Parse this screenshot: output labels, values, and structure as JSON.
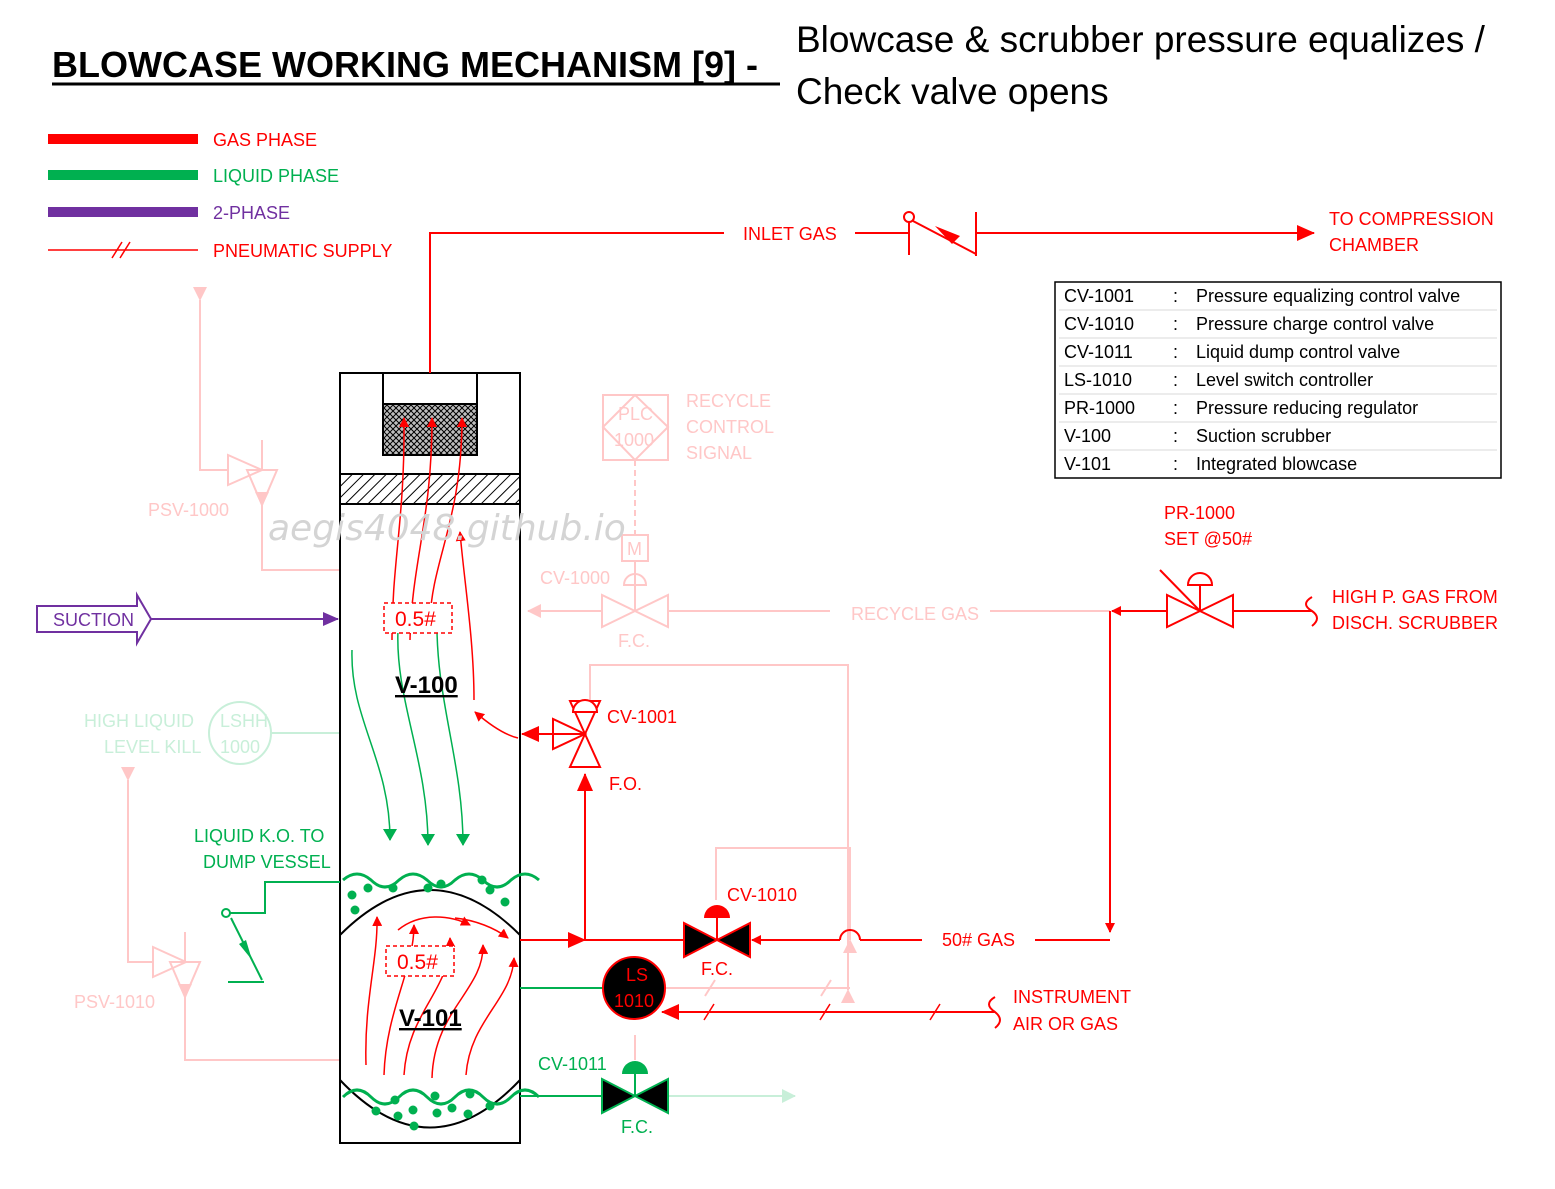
{
  "title": {
    "main": "BLOWCASE WORKING MECHANISM [9] -",
    "sub_line1": "Blowcase & scrubber pressure equalizes /",
    "sub_line2": "Check valve opens"
  },
  "legend": {
    "gas": "GAS PHASE",
    "liquid": "LIQUID PHASE",
    "two_phase": "2-PHASE",
    "pneumatic": "PNEUMATIC SUPPLY"
  },
  "labels": {
    "inlet_gas": "INLET GAS",
    "to_compression_1": "TO COMPRESSION",
    "to_compression_2": "CHAMBER",
    "suction": "SUCTION",
    "recycle_1": "RECYCLE",
    "recycle_2": "CONTROL",
    "recycle_3": "SIGNAL",
    "plc_1": "PLC",
    "plc_2": "1000",
    "motor": "M",
    "cv1000": "CV-1000",
    "cv1000_fc": "F.C.",
    "recycle_gas": "RECYCLE GAS",
    "psv1000": "PSV-1000",
    "psv1010": "PSV-1010",
    "high_liquid_1": "HIGH LIQUID",
    "high_liquid_2": "LEVEL KILL",
    "lshh_1": "LSHH",
    "lshh_2": "1000",
    "pr1000_1": "PR-1000",
    "pr1000_2": "SET @50#",
    "high_p_gas_1": "HIGH P. GAS FROM",
    "high_p_gas_2": "DISCH. SCRUBBER",
    "cv1001": "CV-1001",
    "cv1001_fo": "F.O.",
    "cv1010": "CV-1010",
    "cv1010_fc": "F.C.",
    "gas50": "50# GAS",
    "ls_1": "LS",
    "ls_2": "1010",
    "instrument_1": "INSTRUMENT",
    "instrument_2": "AIR OR GAS",
    "cv1011": "CV-1011",
    "cv1011_fc": "F.C.",
    "liquid_ko_1": "LIQUID K.O. TO",
    "liquid_ko_2": "DUMP VESSEL",
    "v100": "V-100",
    "v101": "V-101",
    "pressure_v100": "0.5#",
    "pressure_v101": "0.5#",
    "watermark": "aegis4048.github.io"
  },
  "table": [
    {
      "tag": "CV-1001",
      "sep": ":",
      "desc": "Pressure equalizing control valve"
    },
    {
      "tag": "CV-1010",
      "sep": ":",
      "desc": "Pressure charge control valve"
    },
    {
      "tag": "CV-1011",
      "sep": ":",
      "desc": "Liquid dump control valve"
    },
    {
      "tag": "LS-1010",
      "sep": ":",
      "desc": "Level switch controller"
    },
    {
      "tag": "PR-1000",
      "sep": ":",
      "desc": "Pressure reducing regulator"
    },
    {
      "tag": "V-100",
      "sep": ":",
      "desc": "Suction scrubber"
    },
    {
      "tag": "V-101",
      "sep": ":",
      "desc": "Integrated blowcase"
    }
  ],
  "colors": {
    "gas": "#ff0000",
    "liquid": "#00b050",
    "two_phase": "#7030a0",
    "faint_red": "#ffc7c7",
    "faint_green": "#c8efd9"
  }
}
